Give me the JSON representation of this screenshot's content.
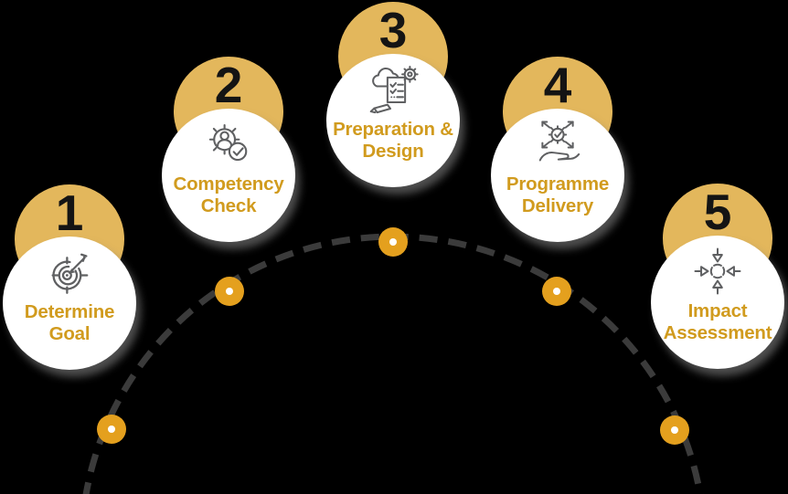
{
  "colors": {
    "background": "#000000",
    "gold_circle": "#E3B75C",
    "dot_gold": "#E4A01E",
    "dot_center": "#FFFFFF",
    "label_text": "#D19B1E",
    "number_text": "#141414",
    "dash": "#3B3B3B",
    "icon_stroke": "#5F6062",
    "circle_white": "#FFFFFF"
  },
  "steps": [
    {
      "number": "1",
      "icon": "target-arrow-icon",
      "lines": [
        "Determine",
        "Goal"
      ]
    },
    {
      "number": "2",
      "icon": "person-gear-check-icon",
      "lines": [
        "Competency",
        "Check"
      ]
    },
    {
      "number": "3",
      "icon": "cloud-document-design-icon",
      "lines": [
        "Preparation &",
        "Design"
      ]
    },
    {
      "number": "4",
      "icon": "hand-gear-delivery-icon",
      "lines": [
        "Programme",
        "Delivery"
      ]
    },
    {
      "number": "5",
      "icon": "converging-arrows-icon",
      "lines": [
        "Impact",
        "Assessment"
      ]
    }
  ],
  "arc": {
    "style": "dashed",
    "node_count": 5
  }
}
